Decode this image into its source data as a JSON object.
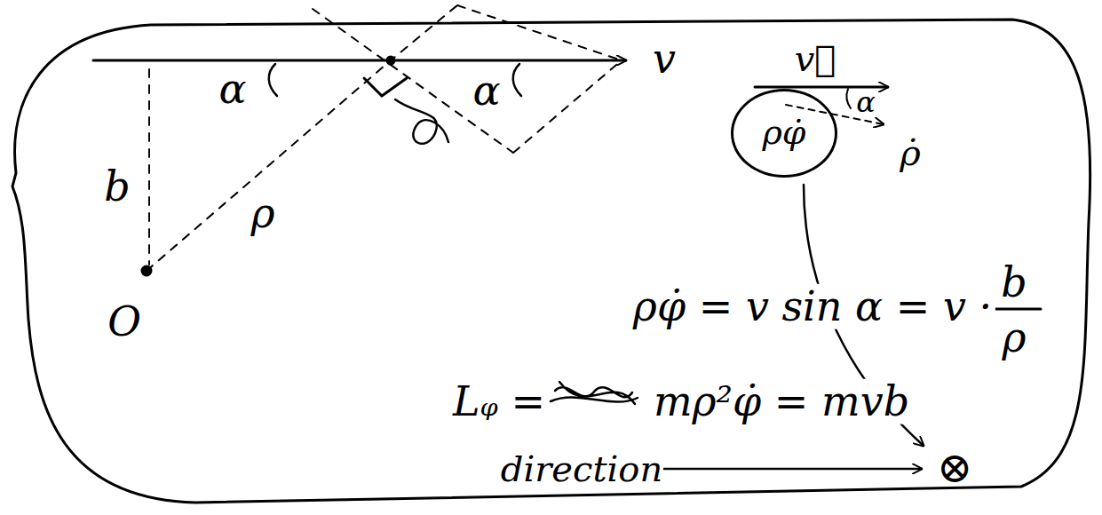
{
  "diagram": {
    "nodes": [
      {
        "text": [
          "ρφ̇"
        ]
      }
    ],
    "labels": [
      "v",
      "α",
      "α",
      "b",
      "ρ",
      "O",
      "v⃗",
      "α",
      "ρ̇",
      "ρφ̇ = v sin α = v ·",
      "b",
      "ρ",
      "Lᵩ =",
      "mρ²φ̇ = mvb",
      "direction",
      "⊗"
    ]
  }
}
